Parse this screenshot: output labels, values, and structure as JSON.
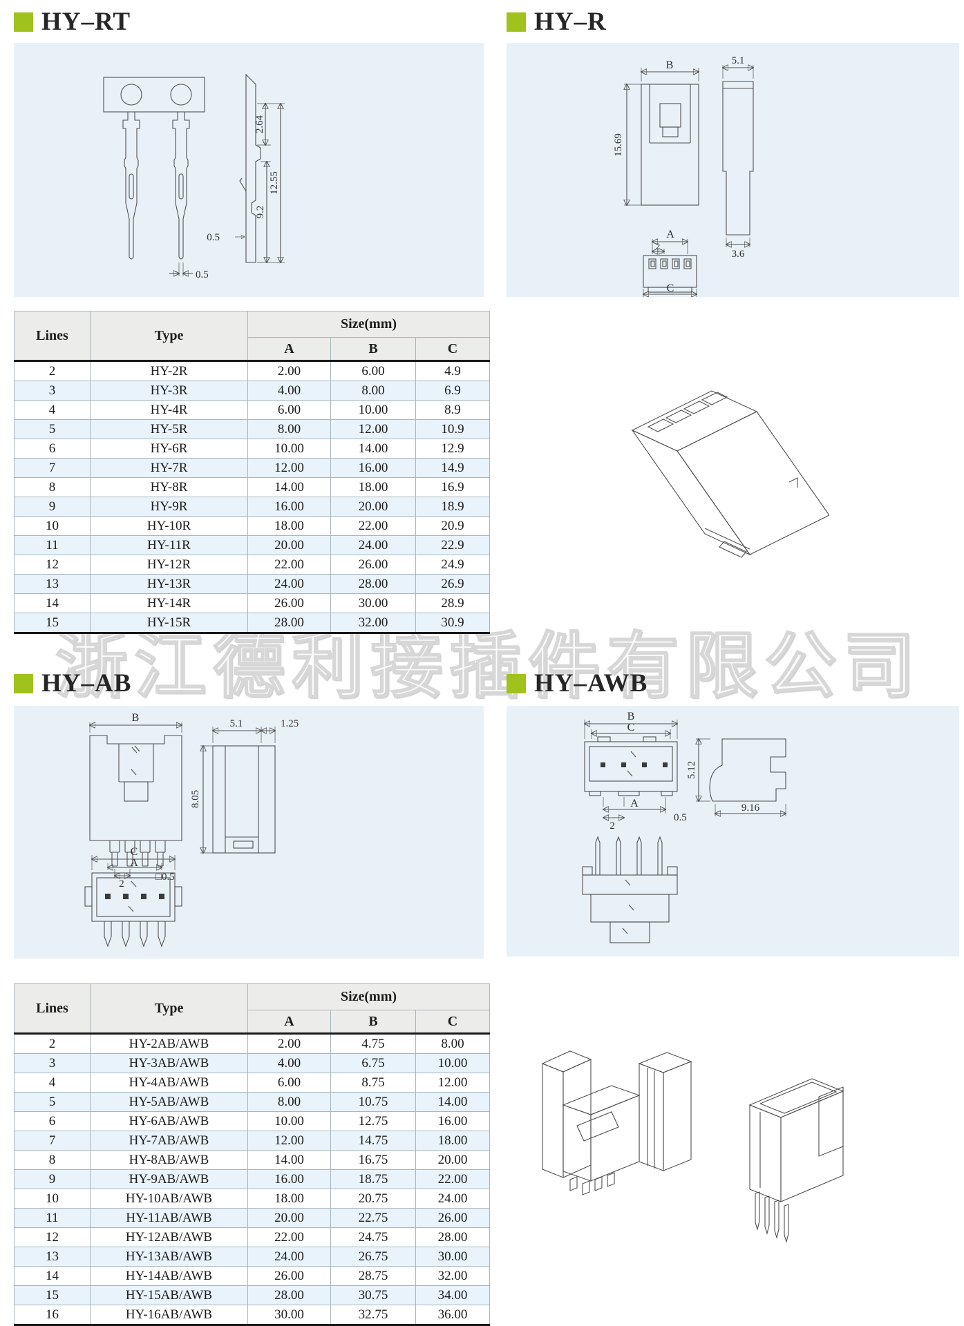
{
  "watermark": "浙江德利接插件有限公司",
  "sections": {
    "rt": {
      "title": "HY–RT"
    },
    "r": {
      "title": "HY–R"
    },
    "ab": {
      "title": "HY–AB"
    },
    "awb": {
      "title": "HY–AWB"
    }
  },
  "table_headers": {
    "lines": "Lines",
    "type": "Type",
    "size": "Size(mm)",
    "a": "A",
    "b": "B",
    "c": "C"
  },
  "tables": {
    "r": {
      "rows": [
        [
          "2",
          "HY-2R",
          "2.00",
          "6.00",
          "4.9"
        ],
        [
          "3",
          "HY-3R",
          "4.00",
          "8.00",
          "6.9"
        ],
        [
          "4",
          "HY-4R",
          "6.00",
          "10.00",
          "8.9"
        ],
        [
          "5",
          "HY-5R",
          "8.00",
          "12.00",
          "10.9"
        ],
        [
          "6",
          "HY-6R",
          "10.00",
          "14.00",
          "12.9"
        ],
        [
          "7",
          "HY-7R",
          "12.00",
          "16.00",
          "14.9"
        ],
        [
          "8",
          "HY-8R",
          "14.00",
          "18.00",
          "16.9"
        ],
        [
          "9",
          "HY-9R",
          "16.00",
          "20.00",
          "18.9"
        ],
        [
          "10",
          "HY-10R",
          "18.00",
          "22.00",
          "20.9"
        ],
        [
          "11",
          "HY-11R",
          "20.00",
          "24.00",
          "22.9"
        ],
        [
          "12",
          "HY-12R",
          "22.00",
          "26.00",
          "24.9"
        ],
        [
          "13",
          "HY-13R",
          "24.00",
          "28.00",
          "26.9"
        ],
        [
          "14",
          "HY-14R",
          "26.00",
          "30.00",
          "28.9"
        ],
        [
          "15",
          "HY-15R",
          "28.00",
          "32.00",
          "30.9"
        ]
      ]
    },
    "ab_awb": {
      "rows": [
        [
          "2",
          "HY-2AB/AWB",
          "2.00",
          "4.75",
          "8.00"
        ],
        [
          "3",
          "HY-3AB/AWB",
          "4.00",
          "6.75",
          "10.00"
        ],
        [
          "4",
          "HY-4AB/AWB",
          "6.00",
          "8.75",
          "12.00"
        ],
        [
          "5",
          "HY-5AB/AWB",
          "8.00",
          "10.75",
          "14.00"
        ],
        [
          "6",
          "HY-6AB/AWB",
          "10.00",
          "12.75",
          "16.00"
        ],
        [
          "7",
          "HY-7AB/AWB",
          "12.00",
          "14.75",
          "18.00"
        ],
        [
          "8",
          "HY-8AB/AWB",
          "14.00",
          "16.75",
          "20.00"
        ],
        [
          "9",
          "HY-9AB/AWB",
          "16.00",
          "18.75",
          "22.00"
        ],
        [
          "10",
          "HY-10AB/AWB",
          "18.00",
          "20.75",
          "24.00"
        ],
        [
          "11",
          "HY-11AB/AWB",
          "20.00",
          "22.75",
          "26.00"
        ],
        [
          "12",
          "HY-12AB/AWB",
          "22.00",
          "24.75",
          "28.00"
        ],
        [
          "13",
          "HY-13AB/AWB",
          "24.00",
          "26.75",
          "30.00"
        ],
        [
          "14",
          "HY-14AB/AWB",
          "26.00",
          "28.75",
          "32.00"
        ],
        [
          "15",
          "HY-15AB/AWB",
          "28.00",
          "30.75",
          "34.00"
        ],
        [
          "16",
          "HY-16AB/AWB",
          "30.00",
          "32.75",
          "36.00"
        ]
      ]
    }
  },
  "dims": {
    "rt": {
      "d1": "2.64",
      "d2": "12.55",
      "d3": "9.2",
      "d4": "0.5",
      "d5": "0.5"
    },
    "r": {
      "b": "B",
      "h": "15.69",
      "w": "5.1",
      "n": "3.6",
      "a": "A",
      "p": "2",
      "c": "C"
    },
    "ab": {
      "b": "B",
      "w": "5.1",
      "lip": "1.25",
      "h": "8.05",
      "p": "2",
      "sq": "□0.5",
      "c": "C",
      "a": "A"
    },
    "awb": {
      "b": "B",
      "c": "C",
      "a": "A",
      "p": "2",
      "t": "0.5",
      "h": "5.12",
      "d": "9.16"
    }
  },
  "colors": {
    "accent_green": "#a0c21d",
    "panel_blue": "#e9f1f8",
    "row_alt_blue": "#e8f3fb",
    "header_gray": "#ececea"
  }
}
